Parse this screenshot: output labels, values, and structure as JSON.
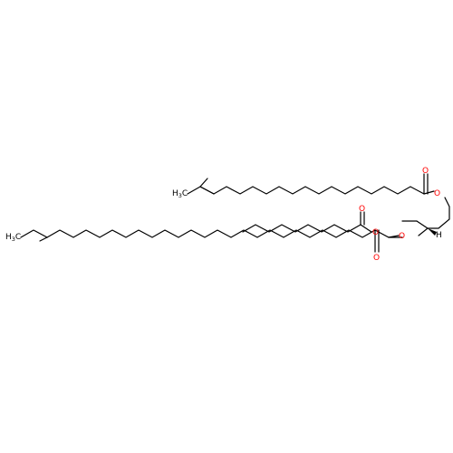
{
  "molecule": {
    "atoms": {
      "oxygen_symbol": "O",
      "hydrogen_symbol": "H",
      "methyl_1": {
        "main": "H",
        "sub": "3",
        "tail": "C"
      },
      "methyl_2": {
        "main": "H",
        "sub": "3",
        "tail": "C"
      }
    },
    "colors": {
      "bond": "#000000",
      "oxygen": "#ff0000",
      "background": "#ffffff"
    }
  }
}
